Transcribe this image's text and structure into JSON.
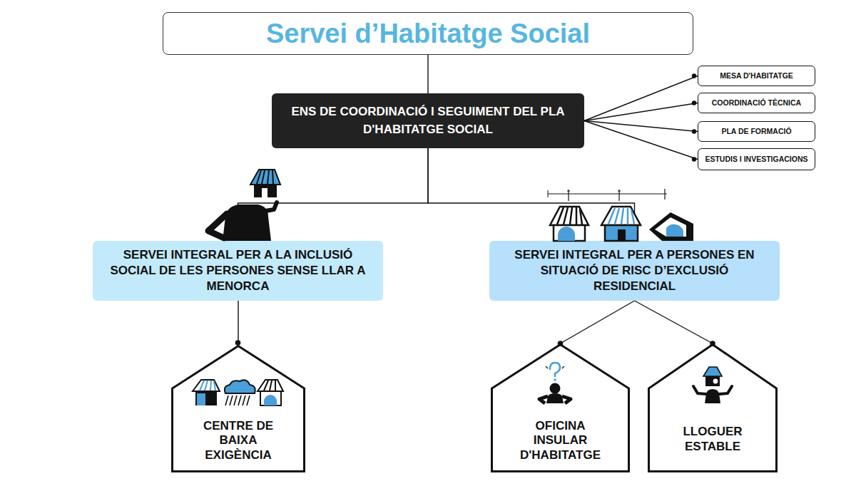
{
  "diagram": {
    "nodes": [
      {
        "text": [
          "Servei d’Habitatge Social"
        ]
      },
      {
        "text": [
          "ENS DE COORDINACIÓ I SEGUIMENT DEL PLA D'HABITATGE SOCIAL"
        ]
      },
      {
        "text": [
          "MESA D'HABITATGE"
        ]
      },
      {
        "text": [
          "COORDINACIÓ TÈCNICA"
        ]
      },
      {
        "text": [
          "PLA DE FORMACIÓ"
        ]
      },
      {
        "text": [
          "ESTUDIS I INVESTIGACIONS"
        ]
      },
      {
        "text": [
          "SERVEI INTEGRAL PER A LA INCLUSIÓ SOCIAL DE LES PERSONES SENSE LLAR A MENORCA"
        ]
      },
      {
        "text": [
          "SERVEI INTEGRAL PER A PERSONES EN SITUACIÓ DE RISC D’EXCLUSIÓ RESIDENCIAL"
        ]
      },
      {
        "text": [
          "CENTRE DE BAIXA EXIGÈNCIA"
        ]
      },
      {
        "text": [
          "OFICINA INSULAR D'HABITATGE"
        ]
      },
      {
        "text": [
          "LLOGUER ESTABLE"
        ]
      }
    ],
    "edges": [
      {
        "from": 0,
        "to": 1,
        "arrow": "none"
      },
      {
        "from": 1,
        "to": 2,
        "arrow": "none"
      },
      {
        "from": 1,
        "to": 3,
        "arrow": "none"
      },
      {
        "from": 1,
        "to": 4,
        "arrow": "none"
      },
      {
        "from": 1,
        "to": 5,
        "arrow": "none"
      },
      {
        "from": 1,
        "to": 6,
        "arrow": "none"
      },
      {
        "from": 1,
        "to": 7,
        "arrow": "none"
      },
      {
        "from": 6,
        "to": 8,
        "arrow": "none"
      },
      {
        "from": 7,
        "to": 9,
        "arrow": "none"
      },
      {
        "from": 7,
        "to": 10,
        "arrow": "none"
      }
    ]
  }
}
